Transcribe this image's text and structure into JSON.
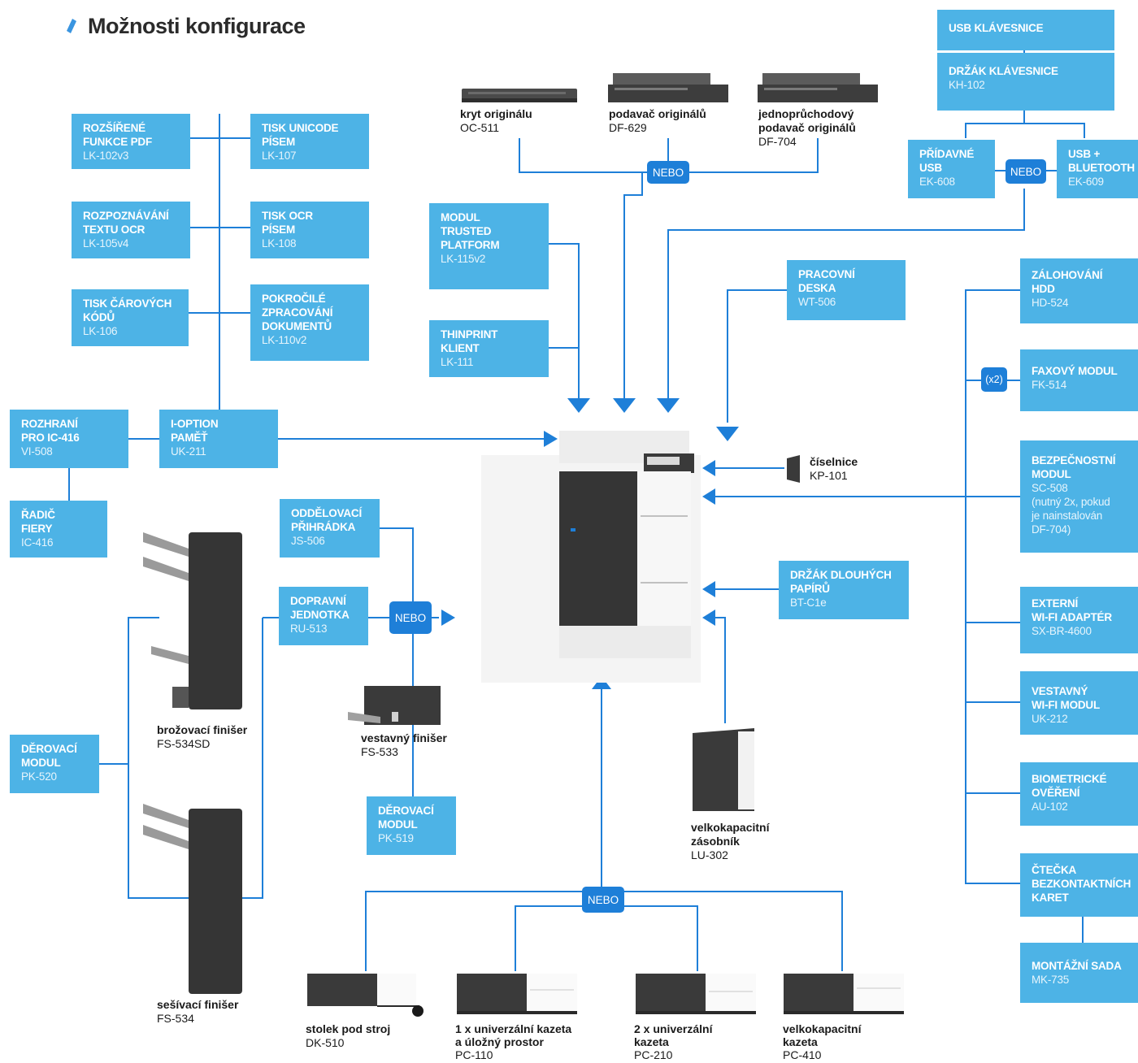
{
  "title": "Možnosti konfigurace",
  "accent_color": "#4db3e6",
  "connector_color": "#1e7fd8",
  "nebo_label": "NEBO",
  "x2_label": "(x2)",
  "boxes": {
    "lk102": {
      "name": "ROZŠÍŘENÉ\nFUNKCE PDF",
      "code": "LK-102v3"
    },
    "lk107": {
      "name": "TISK UNICODE\nPÍSEM",
      "code": "LK-107"
    },
    "lk105": {
      "name": "ROZPOZNÁVÁNÍ\nTEXTU OCR",
      "code": "LK-105v4"
    },
    "lk108": {
      "name": "TISK OCR\nPÍSEM",
      "code": "LK-108"
    },
    "lk106": {
      "name": "TISK ČÁROVÝCH\nKÓDŮ",
      "code": "LK-106"
    },
    "lk110": {
      "name": "POKROČILÉ\nZPRACOVÁNÍ\nDOKUMENTŮ",
      "code": "LK-110v2"
    },
    "vi508": {
      "name": "ROZHRANÍ\nPRO IC-416",
      "code": "VI-508"
    },
    "uk211": {
      "name": "I-OPTION\nPAMĚŤ",
      "code": "UK-211"
    },
    "ic416": {
      "name": "ŘADIČ\nFIERY",
      "code": "IC-416"
    },
    "lk115": {
      "name": "MODUL\nTRUSTED\nPLATFORM",
      "code": "LK-115v2"
    },
    "lk111": {
      "name": "THINPRINT\nKLIENT",
      "code": "LK-111"
    },
    "wt506": {
      "name": "PRACOVNÍ\nDESKA",
      "code": "WT-506"
    },
    "js506": {
      "name": "ODDĚLOVACÍ\nPŘIHRÁDKA",
      "code": "JS-506"
    },
    "ru513": {
      "name": "DOPRAVNÍ\nJEDNOTKA",
      "code": "RU-513"
    },
    "bt": {
      "name": "DRŽÁK DLOUHÝCH\nPAPÍRŮ",
      "code": "BT-C1e"
    },
    "pk520": {
      "name": "DĚROVACÍ\nMODUL",
      "code": "PK-520"
    },
    "pk519": {
      "name": "DĚROVACÍ\nMODUL",
      "code": "PK-519"
    },
    "usbkb": {
      "name": "USB KLÁVESNICE",
      "code": ""
    },
    "kh102": {
      "name": "DRŽÁK KLÁVESNICE",
      "code": "KH-102"
    },
    "ek608": {
      "name": "PŘÍDAVNÉ\nUSB",
      "code": "EK-608"
    },
    "ek609": {
      "name": "USB +\nBLUETOOTH",
      "code": "EK-609"
    },
    "hd524": {
      "name": "ZÁLOHOVÁNÍ\nHDD",
      "code": "HD-524"
    },
    "fk514": {
      "name": "FAXOVÝ MODUL",
      "code": "FK-514"
    },
    "sc508": {
      "name": "BEZPEČNOSTNÍ\nMODUL",
      "code": "SC-508\n(nutný 2x, pokud\nje nainstalován\nDF-704)"
    },
    "sxbr": {
      "name": "EXTERNÍ\nWI-FI ADAPTÉR",
      "code": "SX-BR-4600"
    },
    "uk212": {
      "name": "VESTAVNÝ\nWI-FI MODUL",
      "code": "UK-212"
    },
    "au102": {
      "name": "BIOMETRICKÉ\nOVĚŘENÍ",
      "code": "AU-102"
    },
    "cards": {
      "name": "ČTEČKA\nBEZKONTAKTNÍCH\nKARET",
      "code": ""
    },
    "mk735": {
      "name": "MONTÁŽNÍ SADA",
      "code": "MK-735"
    }
  },
  "captions": {
    "oc511": {
      "name": "kryt originálu",
      "code": "OC-511"
    },
    "df629": {
      "name": "podavač originálů",
      "code": "DF-629"
    },
    "df704": {
      "name": "jednoprůchodový\npodavač originálů",
      "code": "DF-704"
    },
    "kp101": {
      "name": "číselnice",
      "code": "KP-101"
    },
    "fs534sd": {
      "name": "brožovací finišer",
      "code": "FS-534SD"
    },
    "fs534": {
      "name": "sešívací finišer",
      "code": "FS-534"
    },
    "fs533": {
      "name": "vestavný finišer",
      "code": "FS-533"
    },
    "lu302": {
      "name": "velkokapacitní\nzásobník",
      "code": "LU-302"
    },
    "dk510": {
      "name": "stolek pod stroj",
      "code": "DK-510"
    },
    "pc110": {
      "name": "1 x univerzální kazeta\na úložný prostor",
      "code": "PC-110"
    },
    "pc210": {
      "name": "2 x univerzální\nkazeta",
      "code": "PC-210"
    },
    "pc410": {
      "name": "velkokapacitní\nkazeta",
      "code": "PC-410"
    }
  }
}
